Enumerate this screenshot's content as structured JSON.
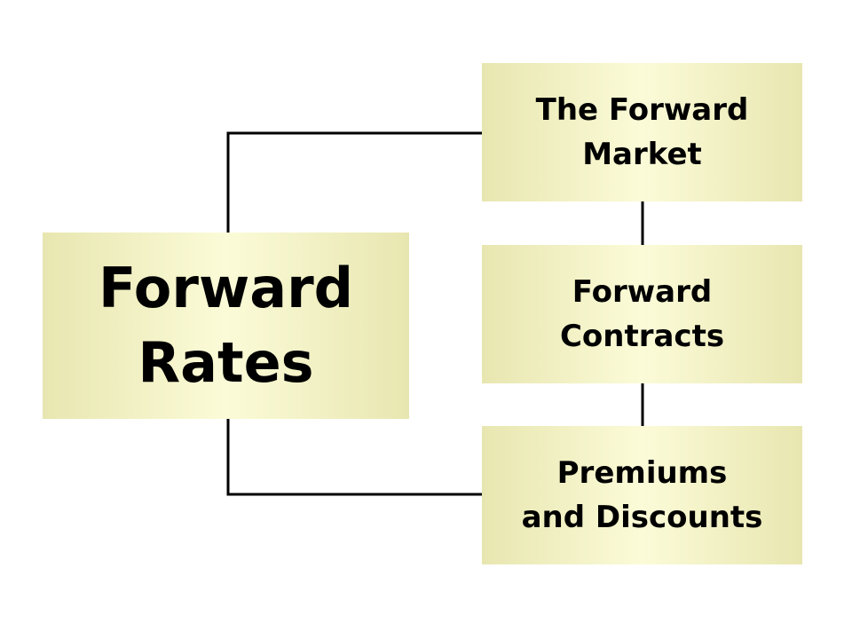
{
  "diagram": {
    "main_node": {
      "lines": [
        "Forward",
        "Rates"
      ]
    },
    "sub_nodes": [
      {
        "lines": [
          "The Forward",
          "Market"
        ]
      },
      {
        "lines": [
          "Forward",
          "Contracts"
        ]
      },
      {
        "lines": [
          "Premiums",
          "and Discounts"
        ]
      }
    ],
    "colors": {
      "box_fill_edge": "#e8e6b0",
      "box_fill_center": "#fbfbd8",
      "text": "#000000",
      "connector": "#000000"
    }
  }
}
